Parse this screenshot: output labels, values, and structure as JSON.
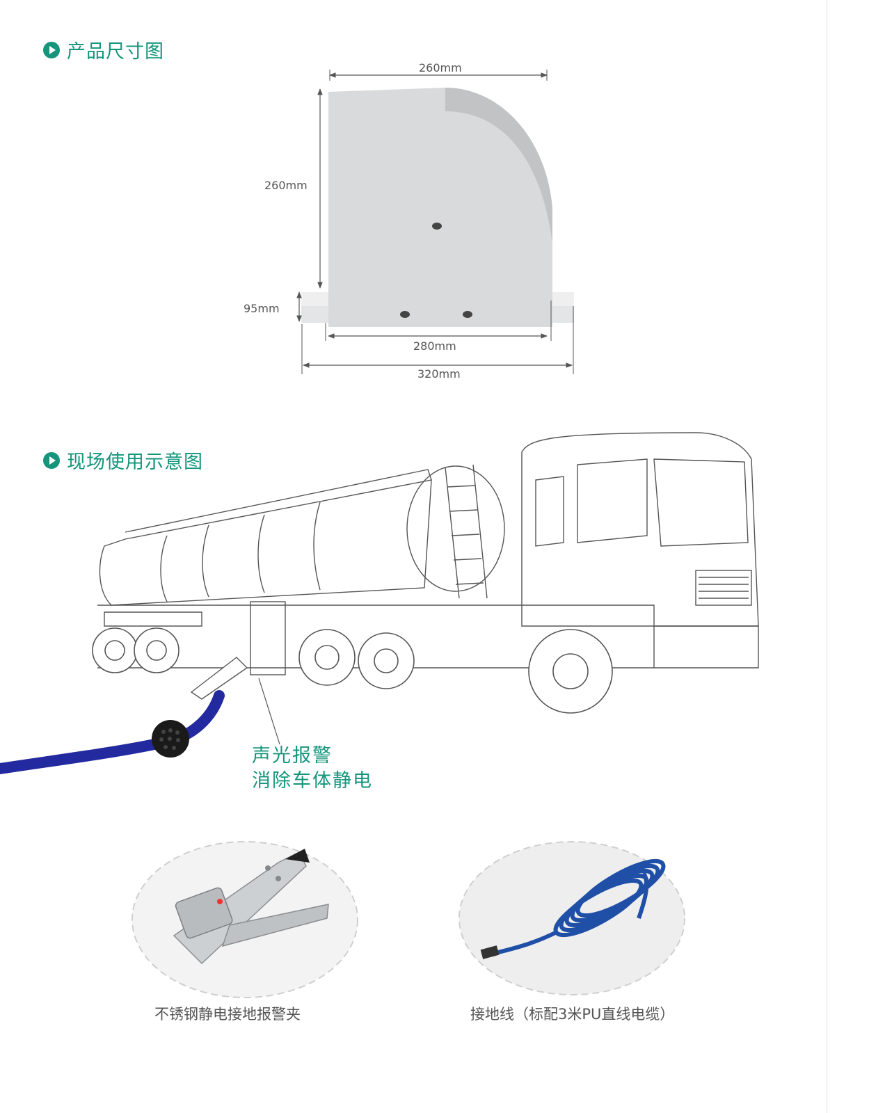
{
  "section1": {
    "title": "产品尺寸图"
  },
  "dimensions": {
    "top_width": "260mm",
    "height": "260mm",
    "base_height": "95mm",
    "inner_width": "280mm",
    "total_width": "320mm"
  },
  "section2": {
    "title": "现场使用示意图"
  },
  "callout": {
    "line1": "声光报警",
    "line2": "消除车体静电"
  },
  "products": [
    {
      "caption": "不锈钢静电接地报警夹"
    },
    {
      "caption": "接地线（标配3米PU直线电缆）"
    }
  ],
  "colors": {
    "accent": "#14957c",
    "cable": "#232aa0",
    "device": "#dadbdc"
  }
}
